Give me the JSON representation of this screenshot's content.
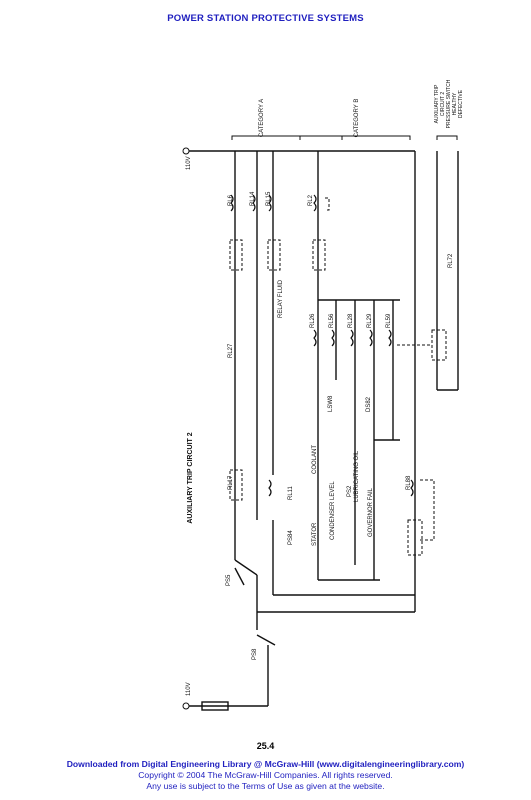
{
  "header": {
    "title": "POWER STATION PROTECTIVE SYSTEMS"
  },
  "diagram": {
    "title": "AUXILIARY TRIP CIRCUIT 2",
    "supply_top": "110V",
    "supply_bottom": "110V",
    "category_a": "CATEGORY A",
    "category_b": "CATEGORY B",
    "aux_trip_box": [
      "AUXILIARY TRIP",
      "CIRCUIT 2",
      "PRESSURE SWITCH",
      "HEALTHY",
      "DEFECTIVE"
    ],
    "relay_fluid": "RELAY FLUID",
    "relays": [
      "RL6",
      "RL14",
      "RL15",
      "RL2",
      "RL27",
      "RL17",
      "RL26",
      "RL56",
      "RL28",
      "RL29",
      "RL59",
      "RL72",
      "RL88",
      "RL11"
    ],
    "switches": [
      "PS5",
      "PS8",
      "PS84",
      "PS2",
      "LSW8",
      "DS82"
    ],
    "labels": [
      "STATOR",
      "COOLANT",
      "CONDENSER LEVEL",
      "LUBRICATING OIL",
      "GOVERNOR FAIL"
    ]
  },
  "page": {
    "number": "25.4"
  },
  "footer": {
    "line1": "Downloaded from Digital Engineering Library @ McGraw-Hill (www.digitalengineeringlibrary.com)",
    "line2": "Copyright © 2004 The McGraw-Hill Companies. All rights reserved.",
    "line3": "Any use is subject to the Terms of Use as given at the website."
  }
}
